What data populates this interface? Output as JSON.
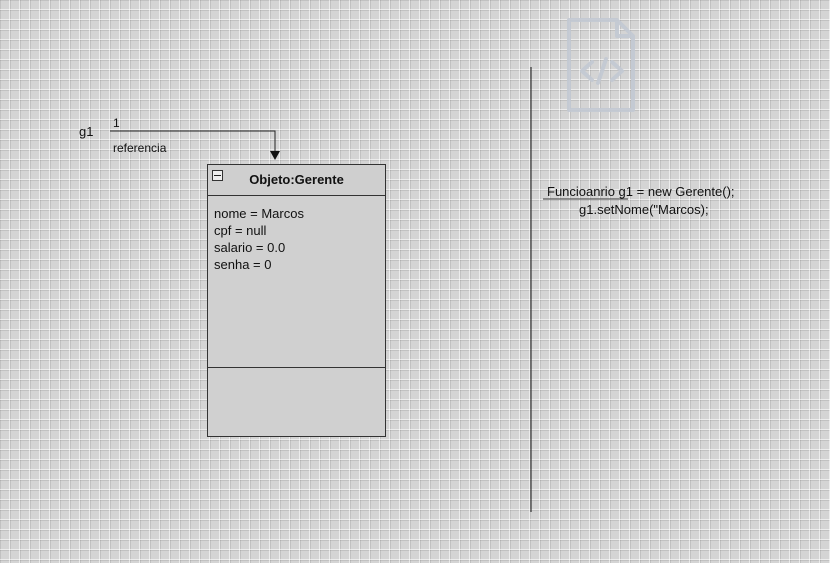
{
  "reference": {
    "variable": "g1",
    "multiplicity": "1",
    "label": "referencia"
  },
  "object": {
    "title": "Objeto:Gerente",
    "attributes": [
      "nome = Marcos",
      "cpf = null",
      "salario = 0.0",
      "senha = 0"
    ]
  },
  "code": {
    "line1": "Funcioanrio g1 = new Gerente();",
    "line2": "g1.setNome(\"Marcos);"
  },
  "icons": {
    "watermark": "code-file-icon",
    "collapse": "collapse-minus-icon"
  },
  "colors": {
    "background": "#d4d4d4",
    "line": "#333333",
    "watermark": "#c3c9d3"
  }
}
